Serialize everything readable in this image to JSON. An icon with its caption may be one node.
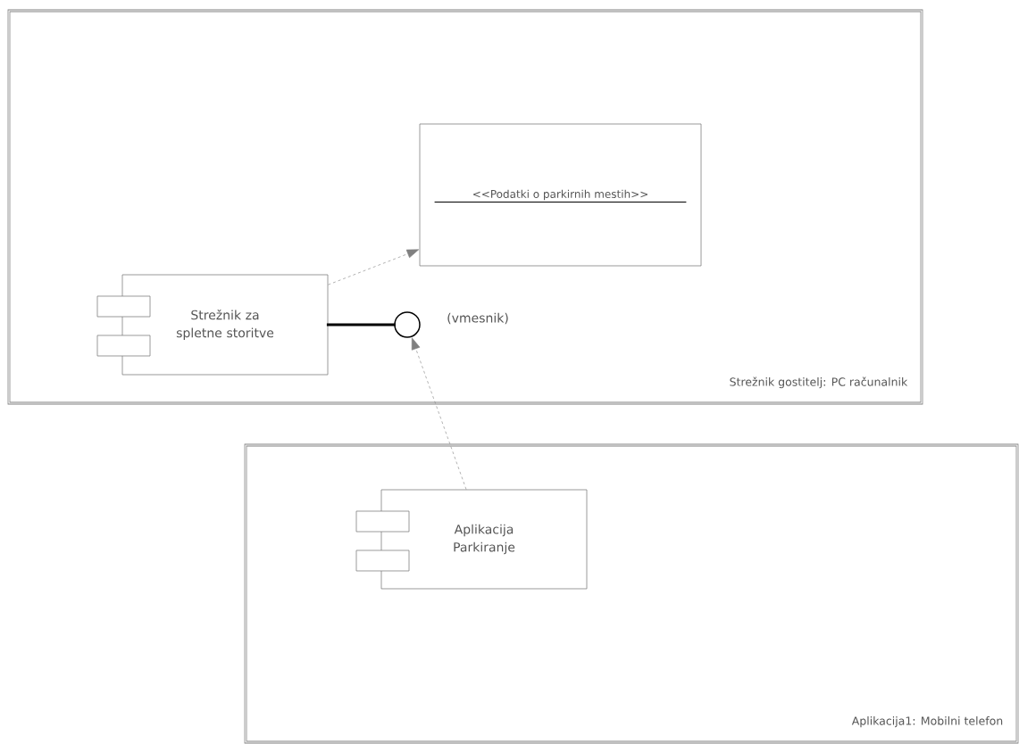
{
  "diagram": {
    "nodes": [
      {
        "text": [
          "Strežnik gostitelj: PC računalnik"
        ]
      },
      {
        "text": [
          "<<Podatki o parkirnih mestih>>"
        ],
        "in": 0
      },
      {
        "text": [
          "Strežnik za spletne storitve"
        ],
        "in": 0
      },
      {
        "text": [],
        "shape": "circle",
        "in": 0,
        "beside": [
          "(vmesnik)"
        ]
      },
      {
        "text": [
          "Aplikacija1: Mobilni telefon"
        ]
      },
      {
        "text": [
          "Aplikacija Parkiranje"
        ],
        "in": 4
      }
    ],
    "edges": [
      {
        "from": 2,
        "to": 1,
        "arrow": "to",
        "style": "dashed"
      },
      {
        "from": 2,
        "to": 3,
        "arrow": "none",
        "style": "thick",
        "color": "#000000"
      },
      {
        "from": 5,
        "to": 3,
        "arrow": "to",
        "style": "dashed"
      }
    ]
  }
}
